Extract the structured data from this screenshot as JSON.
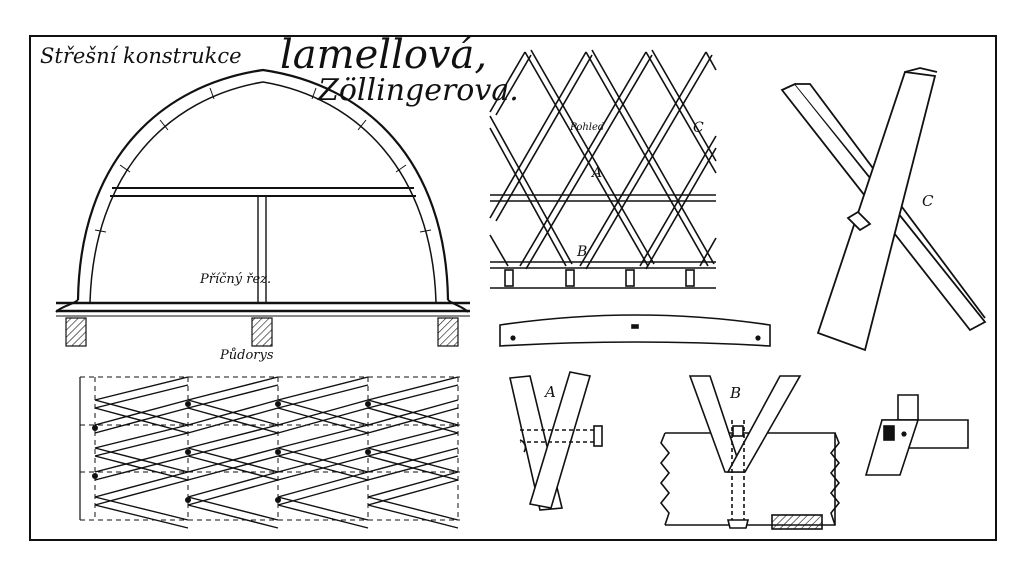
{
  "diagram": {
    "title_line1": "Střešní konstrukce",
    "title_line2": "lamellová,",
    "title_line3": "Zöllingerova.",
    "labels": {
      "cross_section": "Příčný řez.",
      "floor_plan": "Půdorys",
      "view": "Pohled",
      "joint_a": "A",
      "joint_b": "B",
      "joint_c": "C"
    }
  },
  "colors": {
    "ink": "#111111",
    "paper": "#ffffff"
  }
}
